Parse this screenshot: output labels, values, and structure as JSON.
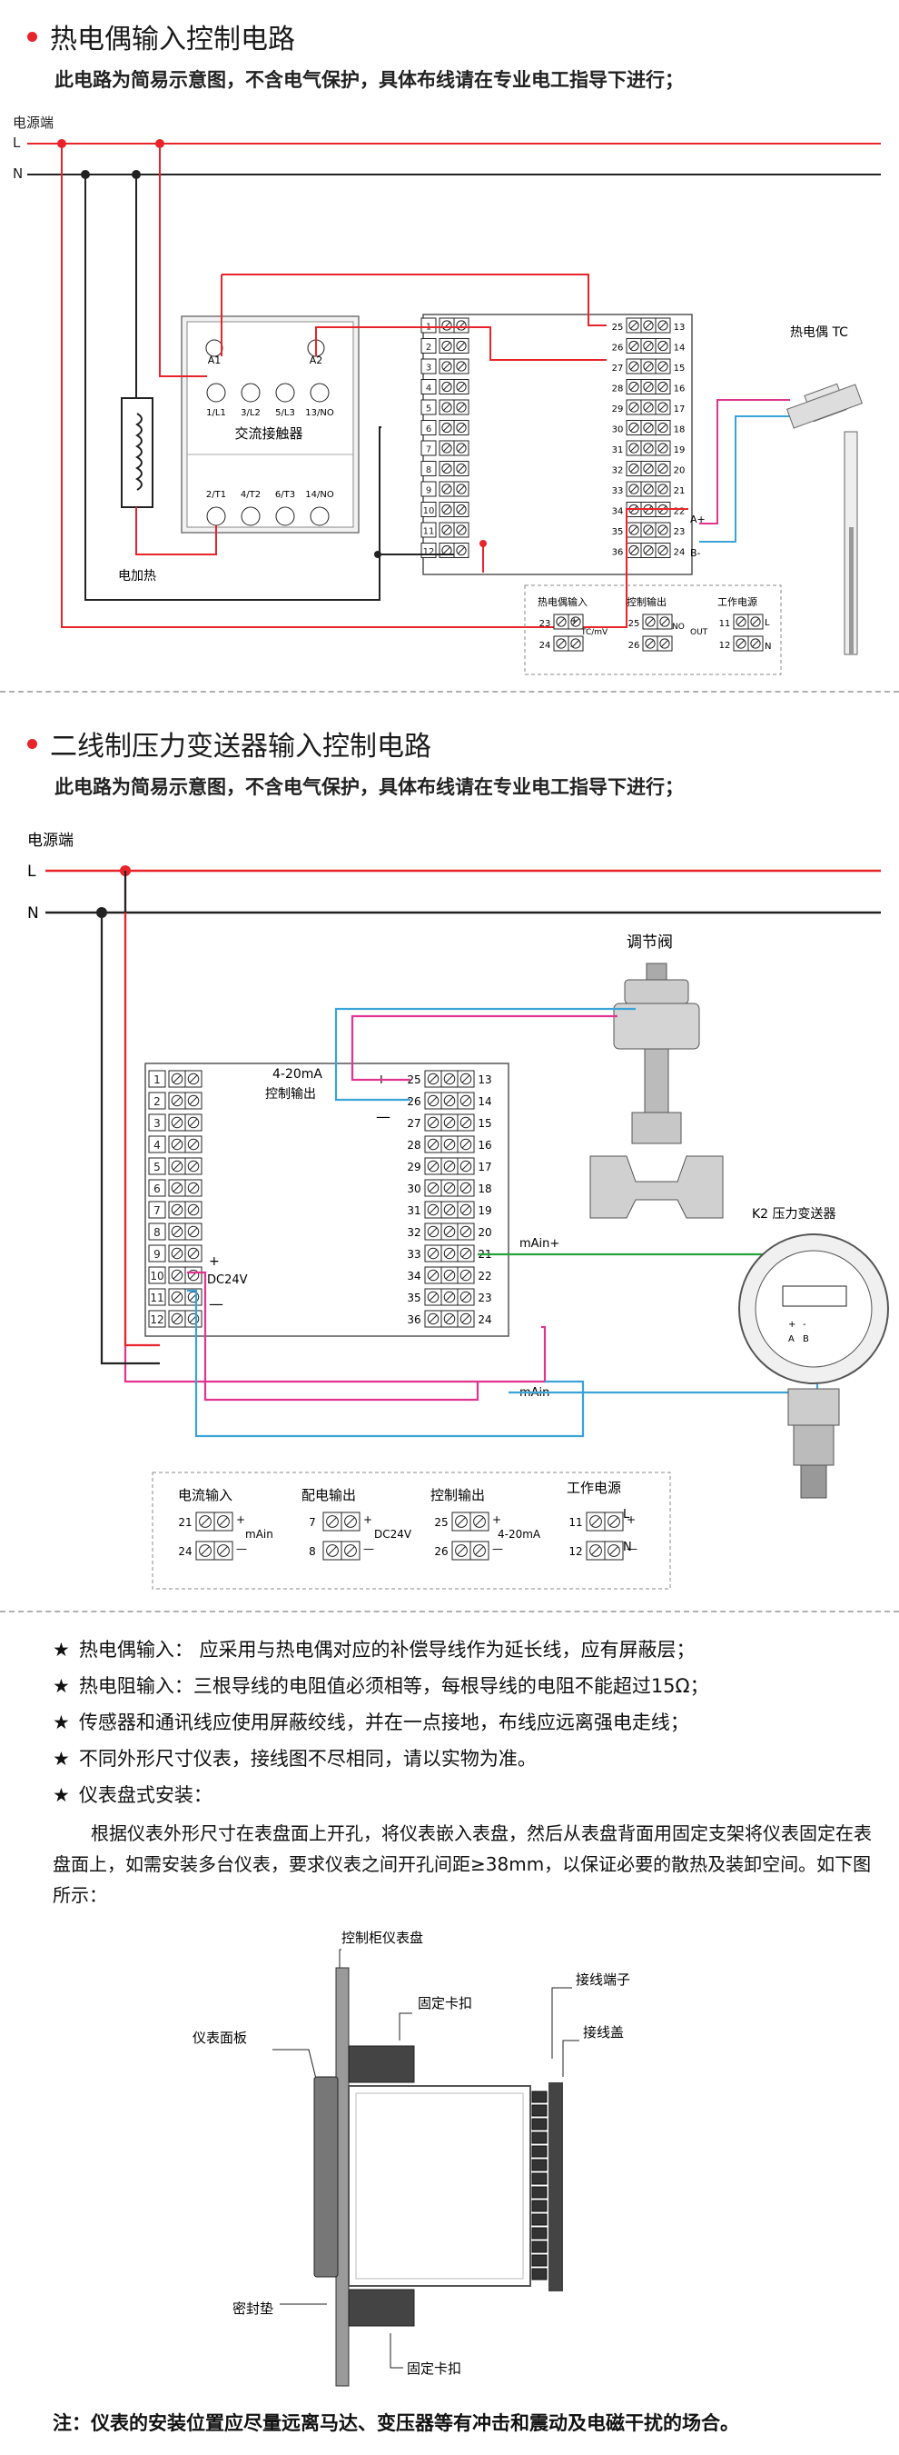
{
  "section1": {
    "title": "热电偶输入控制电路",
    "subtitle": "此电路为简易示意图，不含电气保护，具体布线请在专业电工指导下进行；",
    "power_label": "电源端",
    "line_L": "L",
    "line_N": "N",
    "contactor": {
      "label": "交流接触器",
      "a1": "A1",
      "a2": "A2",
      "top_terms": [
        "1/L1",
        "3/L2",
        "5/L3",
        "13/NO"
      ],
      "bottom_terms": [
        "2/T1",
        "4/T2",
        "6/T3",
        "14/NO"
      ]
    },
    "heater_label": "电加热",
    "thermocouple_label": "热电偶 TC",
    "terminals_left": [
      "1",
      "2",
      "3",
      "4",
      "5",
      "6",
      "7",
      "8",
      "9",
      "10",
      "11",
      "12"
    ],
    "terminals_right_inner": [
      "25",
      "26",
      "27",
      "28",
      "29",
      "30",
      "31",
      "32",
      "33",
      "34",
      "35",
      "36"
    ],
    "terminals_right_outer": [
      "13",
      "14",
      "15",
      "16",
      "17",
      "18",
      "19",
      "20",
      "21",
      "22",
      "23",
      "24"
    ],
    "a_plus": "A+",
    "b_minus": "B-",
    "legend": {
      "tc_input": "热电偶输入",
      "tc_terms": [
        "23",
        "24"
      ],
      "tc_tag": "TC/mV",
      "ctrl_output": "控制输出",
      "ctrl_terms": [
        "25",
        "26"
      ],
      "ctrl_no": "NO",
      "ctrl_out": "OUT",
      "power": "工作电源",
      "power_terms": [
        "11",
        "12"
      ],
      "power_L": "L",
      "power_N": "N",
      "plus": "+",
      "minus": "-"
    }
  },
  "section2": {
    "title": "二线制压力变送器输入控制电路",
    "subtitle": "此电路为简易示意图，不含电气保护，具体布线请在专业电工指导下进行；",
    "power_label": "电源端",
    "line_L": "L",
    "line_N": "N",
    "valve_label": "调节阀",
    "output_label_1": "4-20mA",
    "output_label_2": "控制输出",
    "dc24v": "DC24V",
    "main_plus": "mAin+",
    "main_minus": "mAin-",
    "transmitter_label": "K2 压力变送器",
    "transmitter_terms": [
      "+",
      "-",
      "A",
      "B"
    ],
    "terminals_left": [
      "1",
      "2",
      "3",
      "4",
      "5",
      "6",
      "7",
      "8",
      "9",
      "10",
      "11",
      "12"
    ],
    "terminals_right_inner": [
      "25",
      "26",
      "27",
      "28",
      "29",
      "30",
      "31",
      "32",
      "33",
      "34",
      "35",
      "36"
    ],
    "terminals_right_outer": [
      "13",
      "14",
      "15",
      "16",
      "17",
      "18",
      "19",
      "20",
      "21",
      "22",
      "23",
      "24"
    ],
    "legend": {
      "current_input": "电流输入",
      "current_terms": [
        "21",
        "24"
      ],
      "current_tag": "mAin",
      "power_output": "配电输出",
      "power_out_terms": [
        "7",
        "8"
      ],
      "power_out_tag": "DC24V",
      "ctrl_output": "控制输出",
      "ctrl_terms": [
        "25",
        "26"
      ],
      "ctrl_tag": "4-20mA",
      "work_power": "工作电源",
      "work_terms": [
        "11",
        "12"
      ],
      "L": "L",
      "N": "N",
      "plus": "+",
      "minus": "—"
    }
  },
  "notes": [
    {
      "star": "★",
      "text": "热电偶输入：  应采用与热电偶对应的补偿导线作为延长线，应有屏蔽层；"
    },
    {
      "star": "★",
      "text": "热电阻输入：三根导线的电阻值必须相等，每根导线的电阻不能超过15Ω；"
    },
    {
      "star": "★",
      "text": "传感器和通讯线应使用屏蔽绞线，并在一点接地，布线应远离强电走线；"
    },
    {
      "star": "★",
      "text": "不同外形尺寸仪表，接线图不尽相同，请以实物为准。"
    },
    {
      "star": "★",
      "text": "仪表盘式安装："
    }
  ],
  "install_paragraph": "根据仪表外形尺寸在表盘面上开孔，将仪表嵌入表盘，然后从表盘背面用固定支架将仪表固定在表盘面上，如需安装多台仪表，要求仪表之间开孔间距≥38mm，以保证必要的散热及装卸空间。如下图所示：",
  "install_diagram": {
    "panel": "控制柜仪表盘",
    "clip_top": "固定卡扣",
    "terminal": "接线端子",
    "cover": "接线盖",
    "face": "仪表面板",
    "gasket": "密封垫",
    "clip_bottom": "固定卡扣"
  },
  "footer_note": "注：仪表的安装位置应尽量远离马达、变压器等有冲击和震动及电磁干扰的场合。",
  "colors": {
    "red": "#e8242a",
    "magenta": "#e0358f",
    "blue": "#3aa3d8",
    "green": "#23a33a",
    "dark": "#222222"
  }
}
